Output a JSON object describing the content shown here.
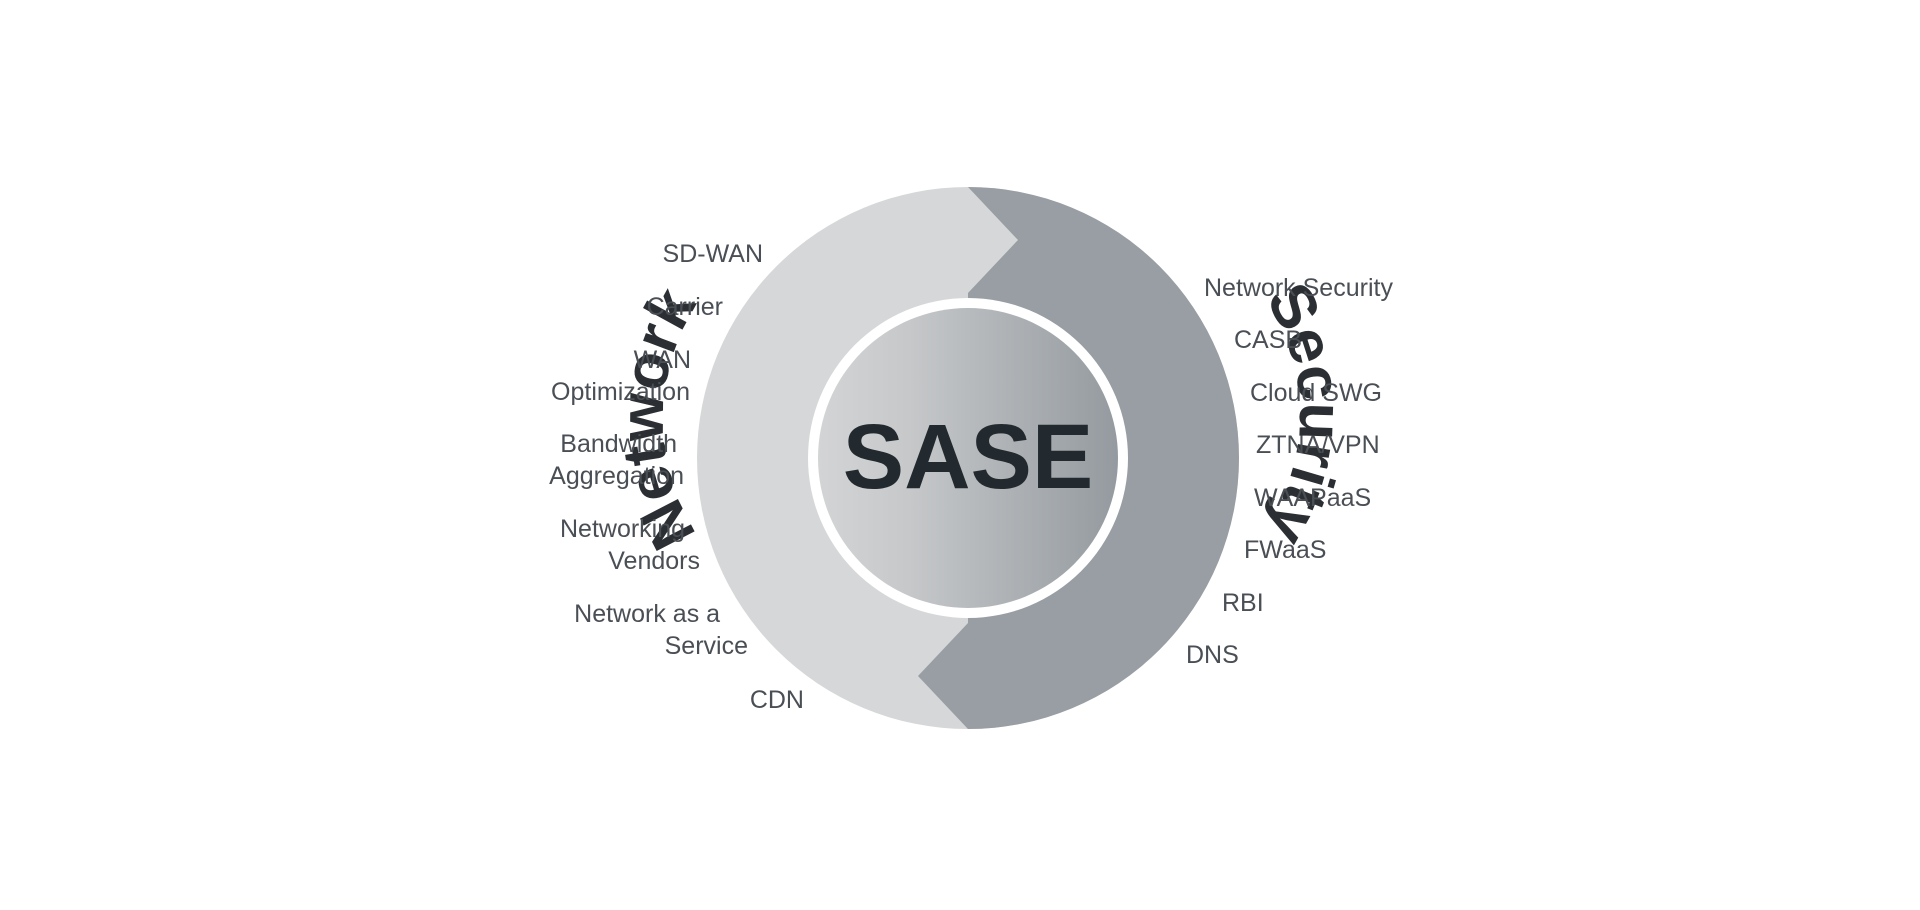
{
  "center": {
    "title": "SASE"
  },
  "network": {
    "title": "Network",
    "items": [
      {
        "lines": [
          "SD-WAN"
        ]
      },
      {
        "lines": [
          "Carrier"
        ]
      },
      {
        "lines": [
          "WAN",
          "Optimization"
        ]
      },
      {
        "lines": [
          "Bandwidth",
          "Aggregation"
        ]
      },
      {
        "lines": [
          "Networking",
          "Vendors"
        ]
      },
      {
        "lines": [
          "Network as a",
          "Service"
        ]
      },
      {
        "lines": [
          "CDN"
        ]
      }
    ]
  },
  "security": {
    "title": "Security",
    "items": [
      {
        "lines": [
          "Network Security"
        ]
      },
      {
        "lines": [
          "CASB"
        ]
      },
      {
        "lines": [
          "Cloud SWG"
        ]
      },
      {
        "lines": [
          "ZTNA/VPN"
        ]
      },
      {
        "lines": [
          "WAAPaaS"
        ]
      },
      {
        "lines": [
          "FWaaS"
        ]
      },
      {
        "lines": [
          "RBI"
        ]
      },
      {
        "lines": [
          "DNS"
        ]
      }
    ]
  },
  "colors": {
    "network_ring": "#d6d7d8",
    "security_ring": "#989ea3",
    "white_ring": "#ffffff",
    "center_gradient_start": "#d3d4d5",
    "center_gradient_end": "#949a9f",
    "center_text": "#222a30",
    "arc_text": "#2b2f33",
    "label_text": "#4a4f55"
  }
}
